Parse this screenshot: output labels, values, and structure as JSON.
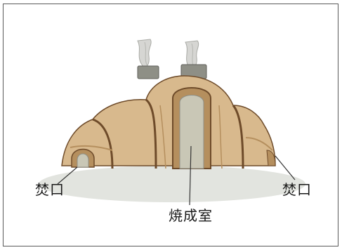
{
  "labels": {
    "left_stoke_hole": "焚口",
    "firing_chamber": "焼成室",
    "right_stoke_hole": "焚口"
  },
  "colors": {
    "kiln_body": "#d8b98d",
    "kiln_shadow": "#b58f5e",
    "kiln_outline": "#6e4b2a",
    "chamber_door": "#c9c7b6",
    "ground": "#dfe1dc",
    "smoke": "#cfd0cc",
    "chimney": "#8e8f86",
    "frame": "#5a5a5a"
  }
}
